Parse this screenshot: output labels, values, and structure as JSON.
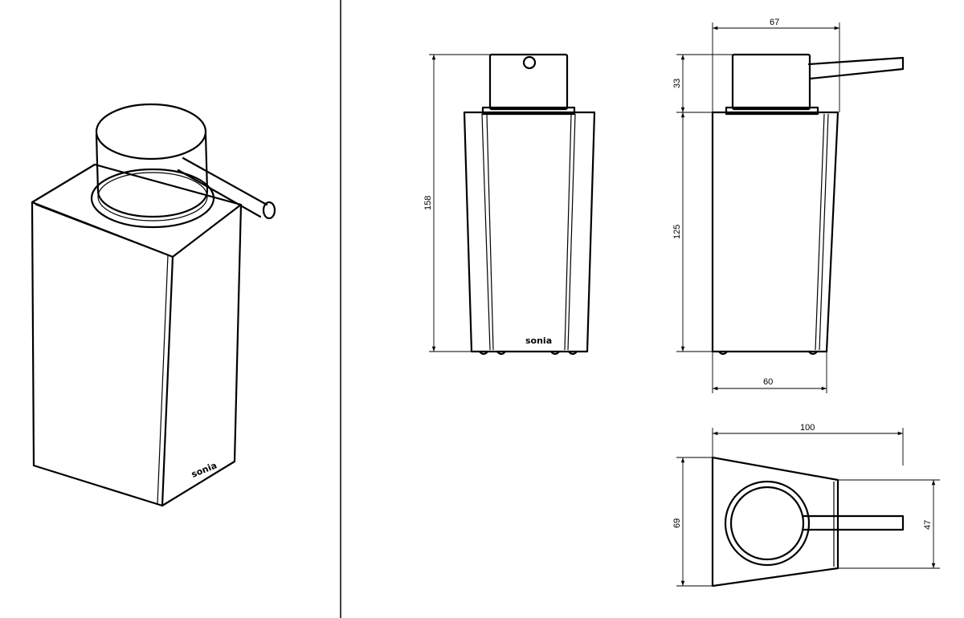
{
  "brand_label": "sonia",
  "dimensions": {
    "top_width": "67",
    "pump_height": "33",
    "total_height": "158",
    "body_height": "125",
    "base_width": "60",
    "plan_length": "100",
    "plan_depth": "69",
    "plan_short_depth": "47"
  }
}
